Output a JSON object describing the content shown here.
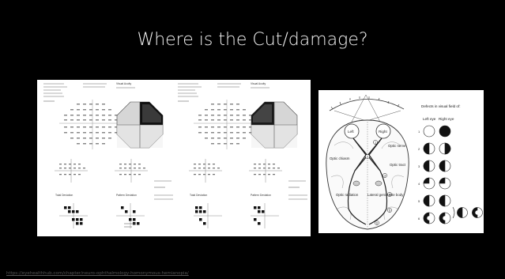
{
  "slide": {
    "title": "Where is the Cut/damage?"
  },
  "visual_field_report": {
    "reports": [
      {
        "right_header": "Visual Acuity"
      },
      {
        "right_header": "Visual Acuity"
      }
    ],
    "plot_captions": [
      "Total Deviation",
      "Pattern Deviation"
    ]
  },
  "brain_diagram": {
    "labels": {
      "left": "Left",
      "right": "Right",
      "optic_nerve": "Optic nerve",
      "optic_chiasm": "Optic chiasm",
      "optic_tract": "Optic tract",
      "optic_radiation": "Optic radiation",
      "lateral_geniculate_body": "Lateral geniculate body"
    },
    "table_headers": {
      "defects": "Defects in visual field of:",
      "left_eye": "Left eye",
      "right_eye": "Right eye"
    },
    "row_numbers": [
      "1",
      "2",
      "3",
      "4",
      "5",
      "6"
    ]
  },
  "footer": {
    "source_url": "https://eyehealthhub.com/chapter/neuro-ophthalmology-homonymous-hemianopia/"
  }
}
